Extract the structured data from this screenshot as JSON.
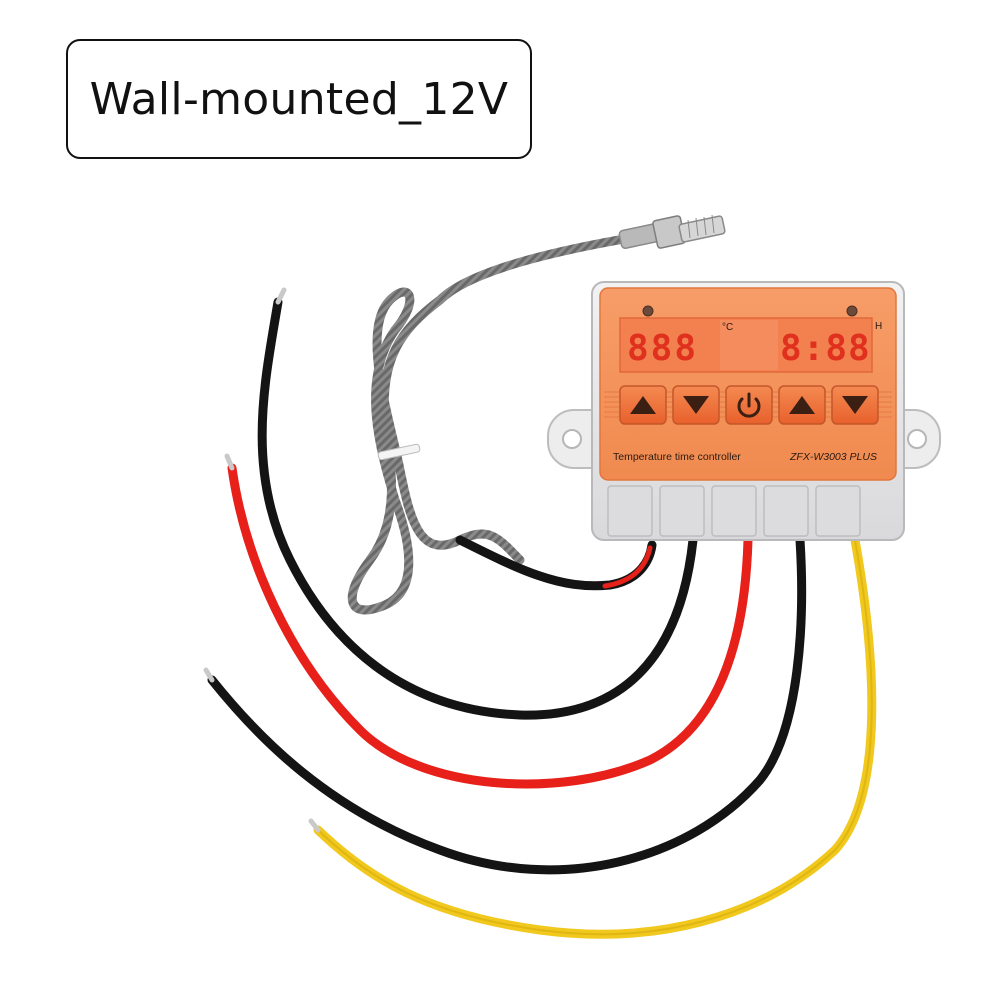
{
  "variant": {
    "label": "Wall-mounted_12V"
  },
  "device": {
    "unit_celsius": "°C",
    "unit_hours": "H",
    "temperature_display": "888",
    "time_display": "8:88",
    "brand_line": "Temperature time controller",
    "model": "ZFX-W3003 PLUS",
    "buttons": [
      {
        "id": "temp-up",
        "icon": "up-arrow-icon"
      },
      {
        "id": "temp-down",
        "icon": "down-arrow-icon"
      },
      {
        "id": "power",
        "icon": "power-icon"
      },
      {
        "id": "time-up",
        "icon": "up-arrow-icon"
      },
      {
        "id": "time-down",
        "icon": "down-arrow-icon"
      }
    ]
  },
  "colors": {
    "panel": "#f4925a",
    "panel_dark": "#e8703a",
    "display": "#f07a52",
    "digit": "#e0301e",
    "housing": "#e9e9ea",
    "wire_red": "#e8201a",
    "wire_black": "#141414",
    "wire_yellow": "#f1c81e",
    "braid": "#8e8e8e"
  }
}
